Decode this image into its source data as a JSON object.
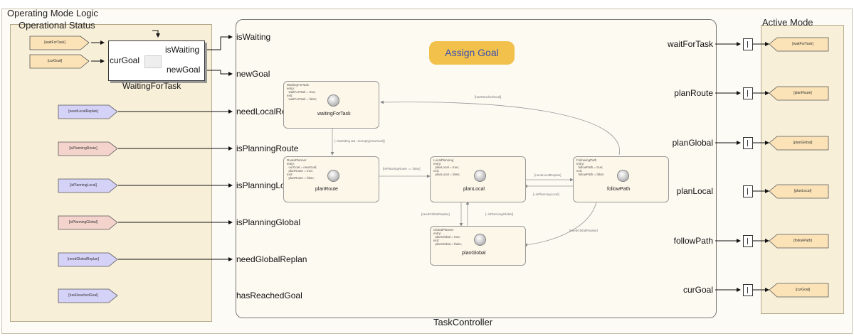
{
  "outer_title": "Operating Mode Logic",
  "left_panel_title": "Operational Status",
  "right_panel_title": "Active Mode",
  "controller_title": "TaskController",
  "subsystem": {
    "title": "WaitingForTask",
    "in_ports": [
      "curGoal"
    ],
    "out_ports": [
      "isWaiting",
      "newGoal"
    ]
  },
  "top_from_blocks": [
    {
      "label": "[waitForTask]"
    },
    {
      "label": "[curGoal]"
    }
  ],
  "from_blocks": [
    {
      "label": "[needLocalReplan]",
      "color": "#d5d2f7"
    },
    {
      "label": "[isPlanningRoute]",
      "color": "#f3d3cc"
    },
    {
      "label": "[isPlanningLocal]",
      "color": "#d5d2f7"
    },
    {
      "label": "[isPlanningGlobal]",
      "color": "#f3d3cc"
    },
    {
      "label": "[needGlobalReplan]",
      "color": "#d5d2f7"
    },
    {
      "label": "[hasReachedGoal]",
      "color": "#d5d2f7"
    }
  ],
  "inputs": [
    "isWaiting",
    "newGoal",
    "needLocalReplan",
    "isPlanningRoute",
    "isPlanningLocal",
    "isPlanningGlobal",
    "needGlobalReplan",
    "hasReachedGoal"
  ],
  "outputs": [
    "waitForTask",
    "planRoute",
    "planGlobal",
    "planLocal",
    "followPath",
    "curGoal"
  ],
  "goto_blocks": [
    "[waitForTask]",
    "[planRoute]",
    "[planGlobal]",
    "[planLocal]",
    "[followPath]",
    "[curGoal]"
  ],
  "assign_goal": "Assign Goal",
  "states": [
    {
      "name": "waitingForTask",
      "code": "WaitingForTask\nentry:\n  waitForTask = true;\nexit:\n  waitForTask = false;"
    },
    {
      "name": "planRoute",
      "code": "RoutePlanner\nentry:\n  curGoal = newGoal;\n  planRoute = true;\nexit:\n  planRoute = false;"
    },
    {
      "name": "planLocal",
      "code": "LocalPlanning\nentry:\n  planLocal = true;\nexit:\n  planLocal = false;"
    },
    {
      "name": "followPath",
      "code": "FollowingPath\nentry:\n  followPath = true;\nexit:\n  followPath = false;"
    },
    {
      "name": "planGlobal",
      "code": "GlobalPlanner\nentry:\n  planGlobal = true;\nexit:\n  planGlobal = false;"
    }
  ],
  "transitions": [
    "[~isWaiting && ~isempty(newGoal)]",
    "[isPlanningRoute == false]",
    "[needLocalReplan]",
    "[~isPlanningLocal]",
    "[needGlobalReplan]",
    "[~isPlanningGlobal]",
    "[needGlobalReplan]",
    "[hasReachedGoal]"
  ]
}
